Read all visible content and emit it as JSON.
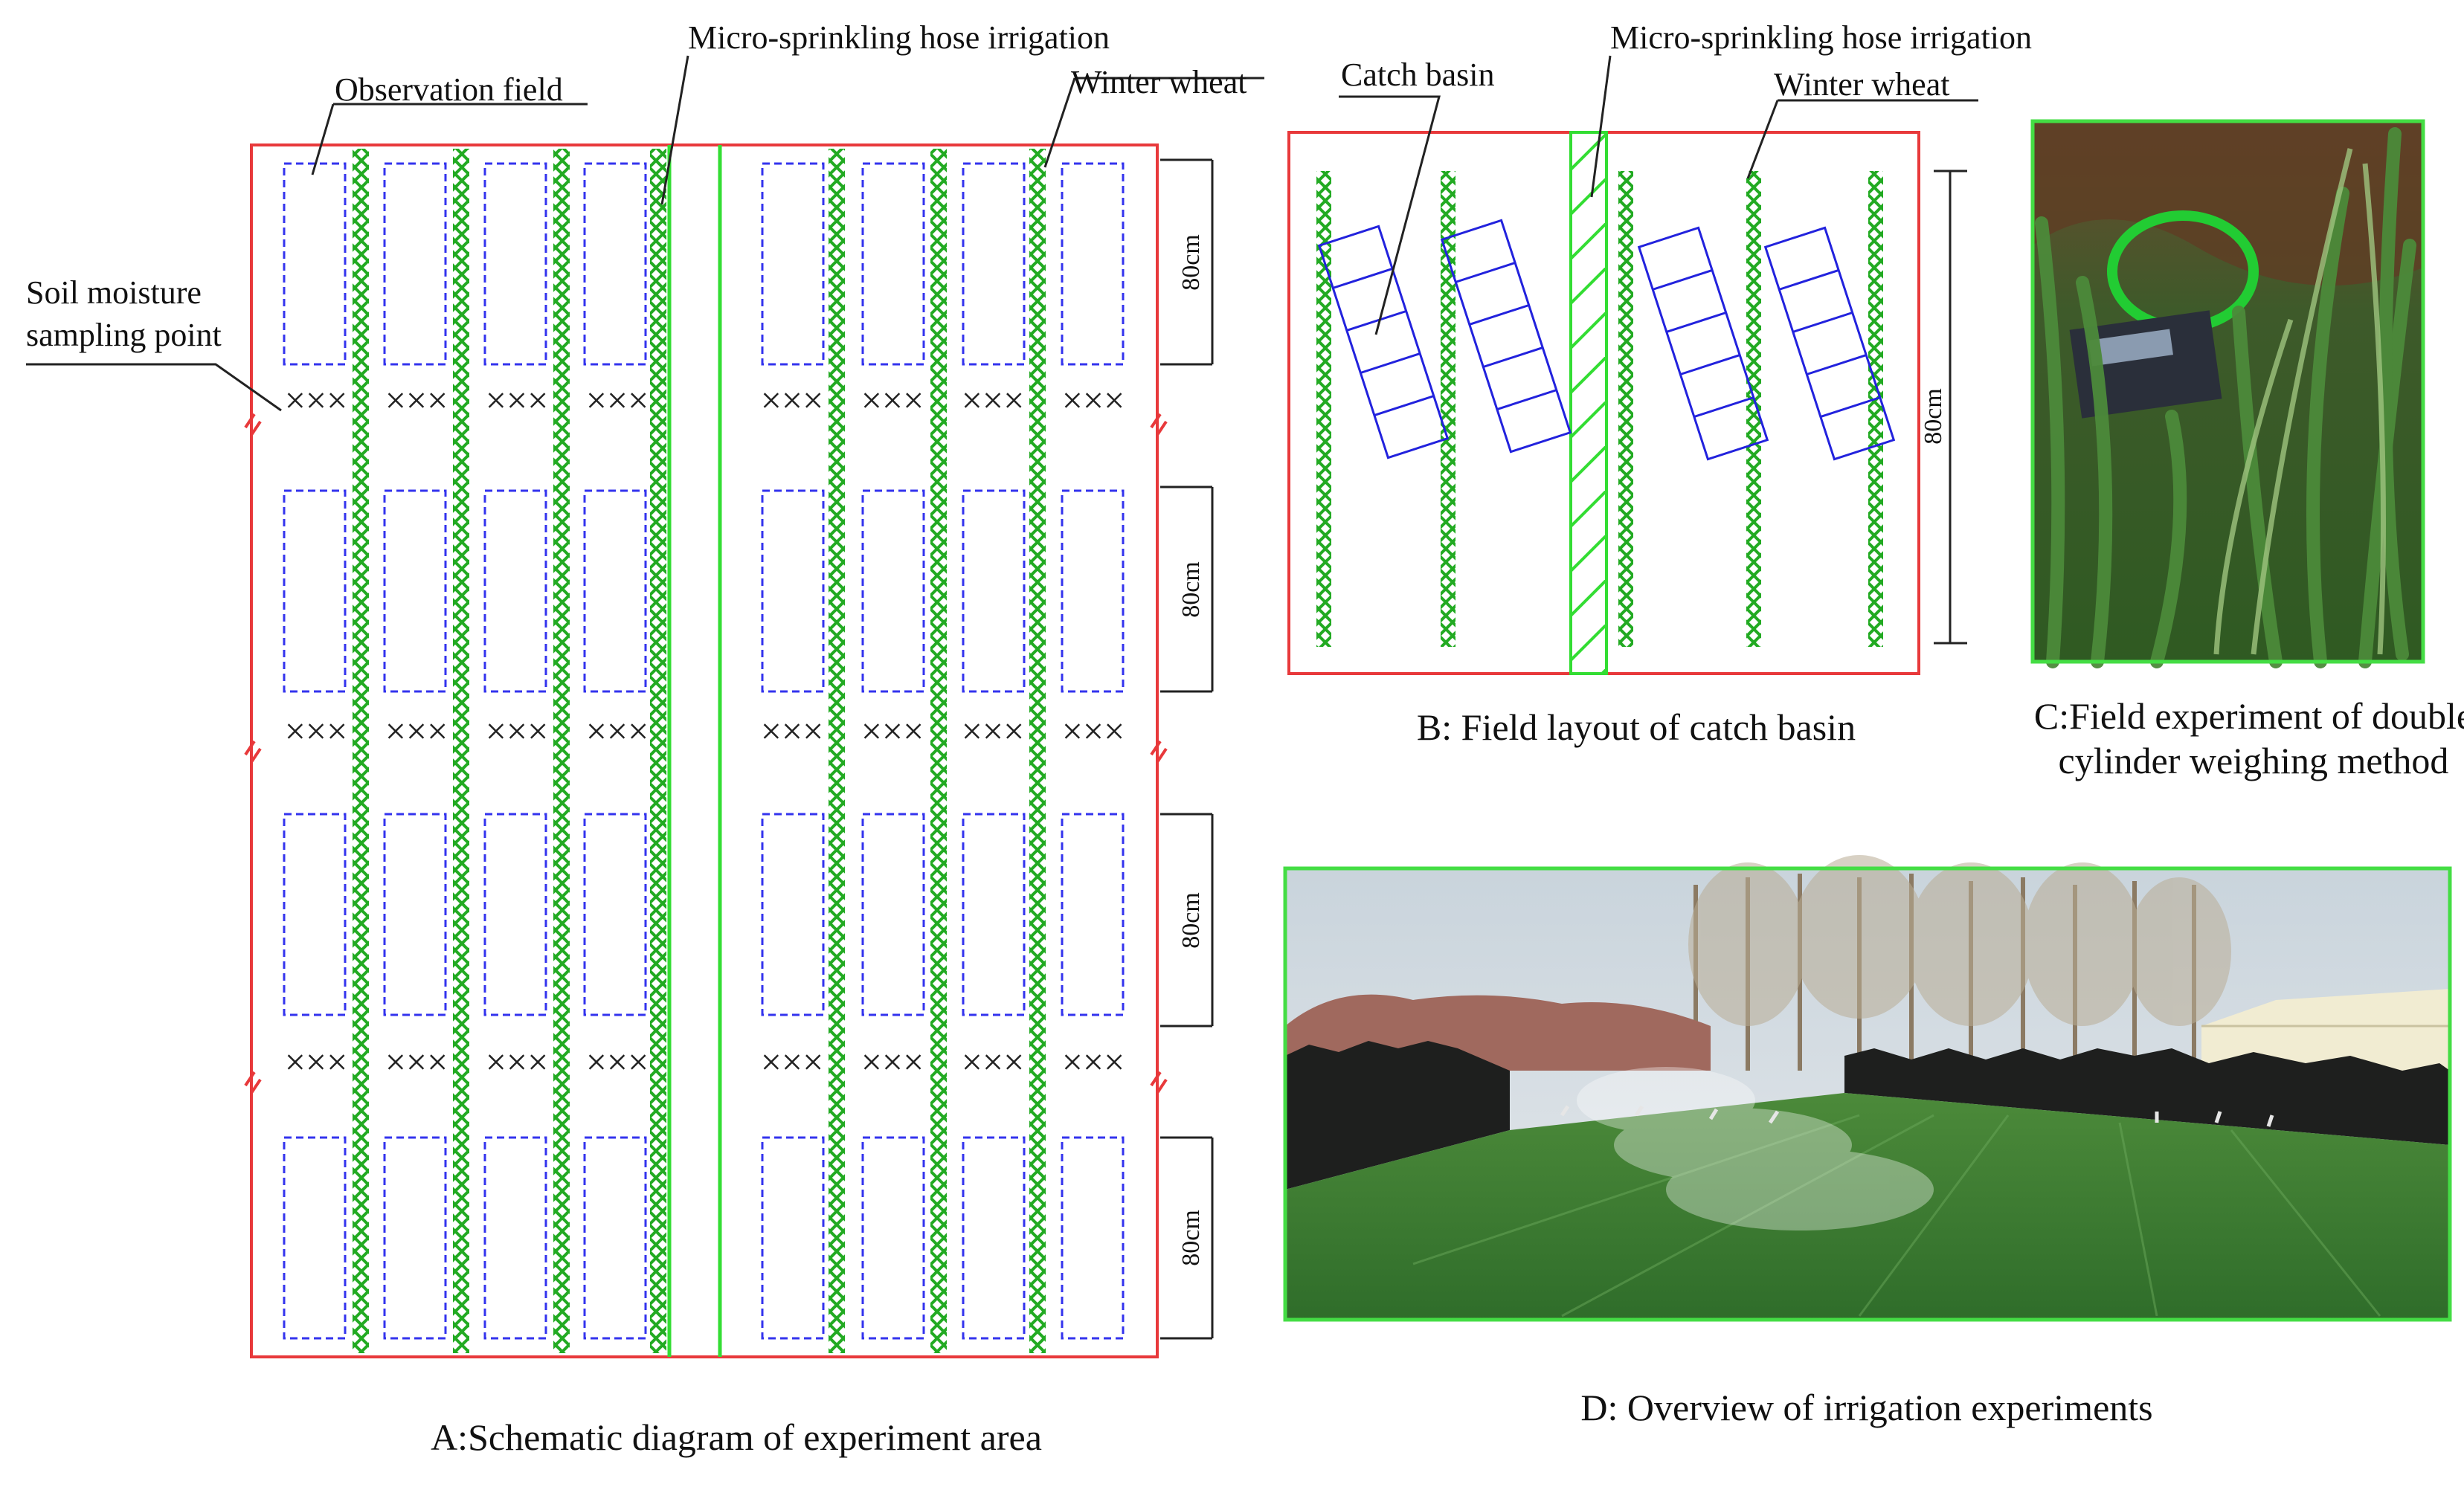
{
  "panel_a": {
    "caption": "A:Schematic diagram of experiment area",
    "label_observation": "Observation field",
    "label_irrigation": "Micro-sprinkling hose irrigation",
    "label_wheat": "Winter wheat",
    "label_soil_line1": "Soil moisture",
    "label_soil_line2": "sampling point",
    "row_spacing": [
      "80cm",
      "80cm",
      "80cm",
      "80cm"
    ],
    "sampling_mark": "×××"
  },
  "panel_b": {
    "caption": "B: Field layout of catch basin",
    "label_catch_basin": "Catch basin",
    "label_irrigation": "Micro-sprinkling hose irrigation",
    "label_wheat": "Winter wheat",
    "dimension": "80cm"
  },
  "panel_c": {
    "caption_line1": "C:Field experiment of double",
    "caption_line2": "cylinder weighing method"
  },
  "panel_d": {
    "caption": "D: Overview of irrigation experiments"
  },
  "colors": {
    "border": "#e8393b",
    "wheat": "#22aa22",
    "hose": "#33dd33",
    "field_box": "#3333ee",
    "catch_basin": "#2222dd",
    "photo_frame": "#44dd44"
  }
}
